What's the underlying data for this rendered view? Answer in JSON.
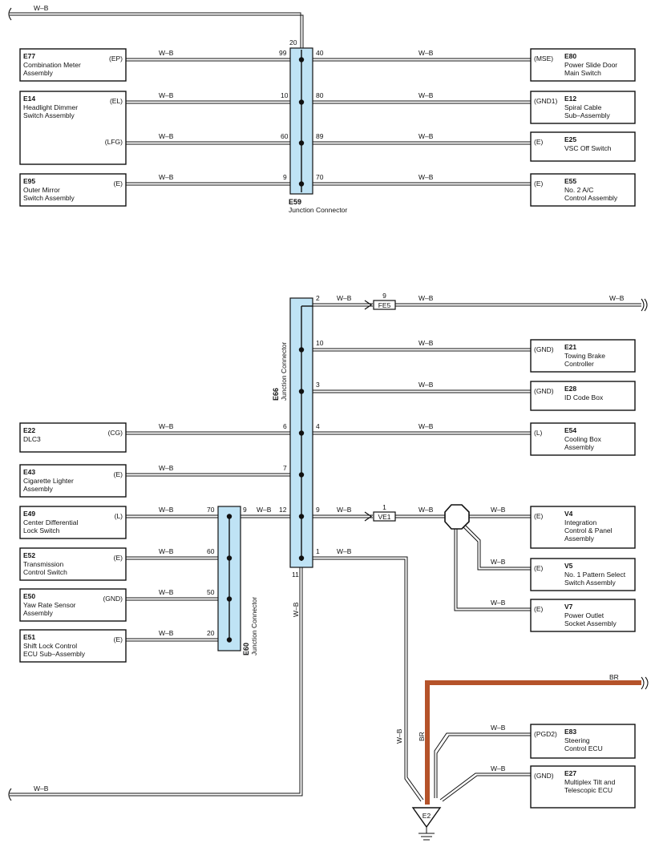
{
  "wire_color": "W–B",
  "ground_wire_color": "BR",
  "colors": {
    "wire": "#1a1a1a",
    "connector_fill": "#bfe3f5",
    "ground_wire": "#b5532a",
    "line": "#111111"
  },
  "junctions": {
    "e59": {
      "code": "E59",
      "name": "Junction Connector",
      "pins": [
        "20",
        "99",
        "10",
        "60",
        "9",
        "40",
        "80",
        "89",
        "70"
      ]
    },
    "e66": {
      "code": "E66",
      "name": "Junction Connector",
      "pins": [
        "2",
        "10",
        "3",
        "6",
        "4",
        "7",
        "12",
        "9",
        "1",
        "11"
      ]
    },
    "e60": {
      "code": "E60",
      "name": "Junction Connector",
      "pins": [
        "70",
        "9",
        "60",
        "50",
        "20"
      ]
    }
  },
  "components": [
    {
      "code": "E77",
      "lines": [
        "Combination Meter",
        "Assembly"
      ],
      "terminal": "(EP)"
    },
    {
      "code": "E14",
      "lines": [
        "Headlight Dimmer",
        "Switch Assembly"
      ],
      "terminal": "(EL)",
      "terminal2": "(LFG)"
    },
    {
      "code": "E95",
      "lines": [
        "Outer Mirror",
        "Switch Assembly"
      ],
      "terminal": "(E)"
    },
    {
      "code": "E80",
      "lines": [
        "Power Slide Door",
        "Main Switch"
      ],
      "terminal": "(MSE)"
    },
    {
      "code": "E12",
      "lines": [
        "Spiral Cable",
        "Sub–Assembly"
      ],
      "terminal": "(GND1)"
    },
    {
      "code": "E25",
      "lines": [
        "VSC Off Switch"
      ],
      "terminal": "(E)"
    },
    {
      "code": "E55",
      "lines": [
        "No. 2 A/C",
        "Control Assembly"
      ],
      "terminal": "(E)"
    },
    {
      "code": "E21",
      "lines": [
        "Towing Brake",
        "Controller"
      ],
      "terminal": "(GND)"
    },
    {
      "code": "E28",
      "lines": [
        "ID Code Box"
      ],
      "terminal": "(GND)"
    },
    {
      "code": "E54",
      "lines": [
        "Cooling Box",
        "Assembly"
      ],
      "terminal": "(L)"
    },
    {
      "code": "E22",
      "lines": [
        "DLC3"
      ],
      "terminal": "(CG)"
    },
    {
      "code": "E43",
      "lines": [
        "Cigarette Lighter",
        "Assembly"
      ],
      "terminal": "(E)"
    },
    {
      "code": "E49",
      "lines": [
        "Center Differential",
        "Lock Switch"
      ],
      "terminal": "(L)"
    },
    {
      "code": "E52",
      "lines": [
        "Transmission",
        "Control Switch"
      ],
      "terminal": "(E)"
    },
    {
      "code": "E50",
      "lines": [
        "Yaw Rate Sensor",
        "Assembly"
      ],
      "terminal": "(GND)"
    },
    {
      "code": "E51",
      "lines": [
        "Shift Lock Control",
        "ECU Sub–Assembly"
      ],
      "terminal": "(E)"
    },
    {
      "code": "V4",
      "lines": [
        "Integration",
        "Control & Panel",
        "Assembly"
      ],
      "terminal": "(E)"
    },
    {
      "code": "V5",
      "lines": [
        "No. 1 Pattern Select",
        "Switch Assembly"
      ],
      "terminal": "(E)"
    },
    {
      "code": "V7",
      "lines": [
        "Power Outlet",
        "Socket Assembly"
      ],
      "terminal": "(E)"
    },
    {
      "code": "E83",
      "lines": [
        "Steering",
        "Control ECU"
      ],
      "terminal": "(PGD2)"
    },
    {
      "code": "E27",
      "lines": [
        "Multiplex Tilt and",
        "Telescopic ECU"
      ],
      "terminal": "(GND)"
    }
  ],
  "inline_connectors": [
    {
      "code": "FE5",
      "pin": "9"
    },
    {
      "code": "VE1",
      "pin": "1"
    }
  ],
  "ground": {
    "code": "E2"
  }
}
